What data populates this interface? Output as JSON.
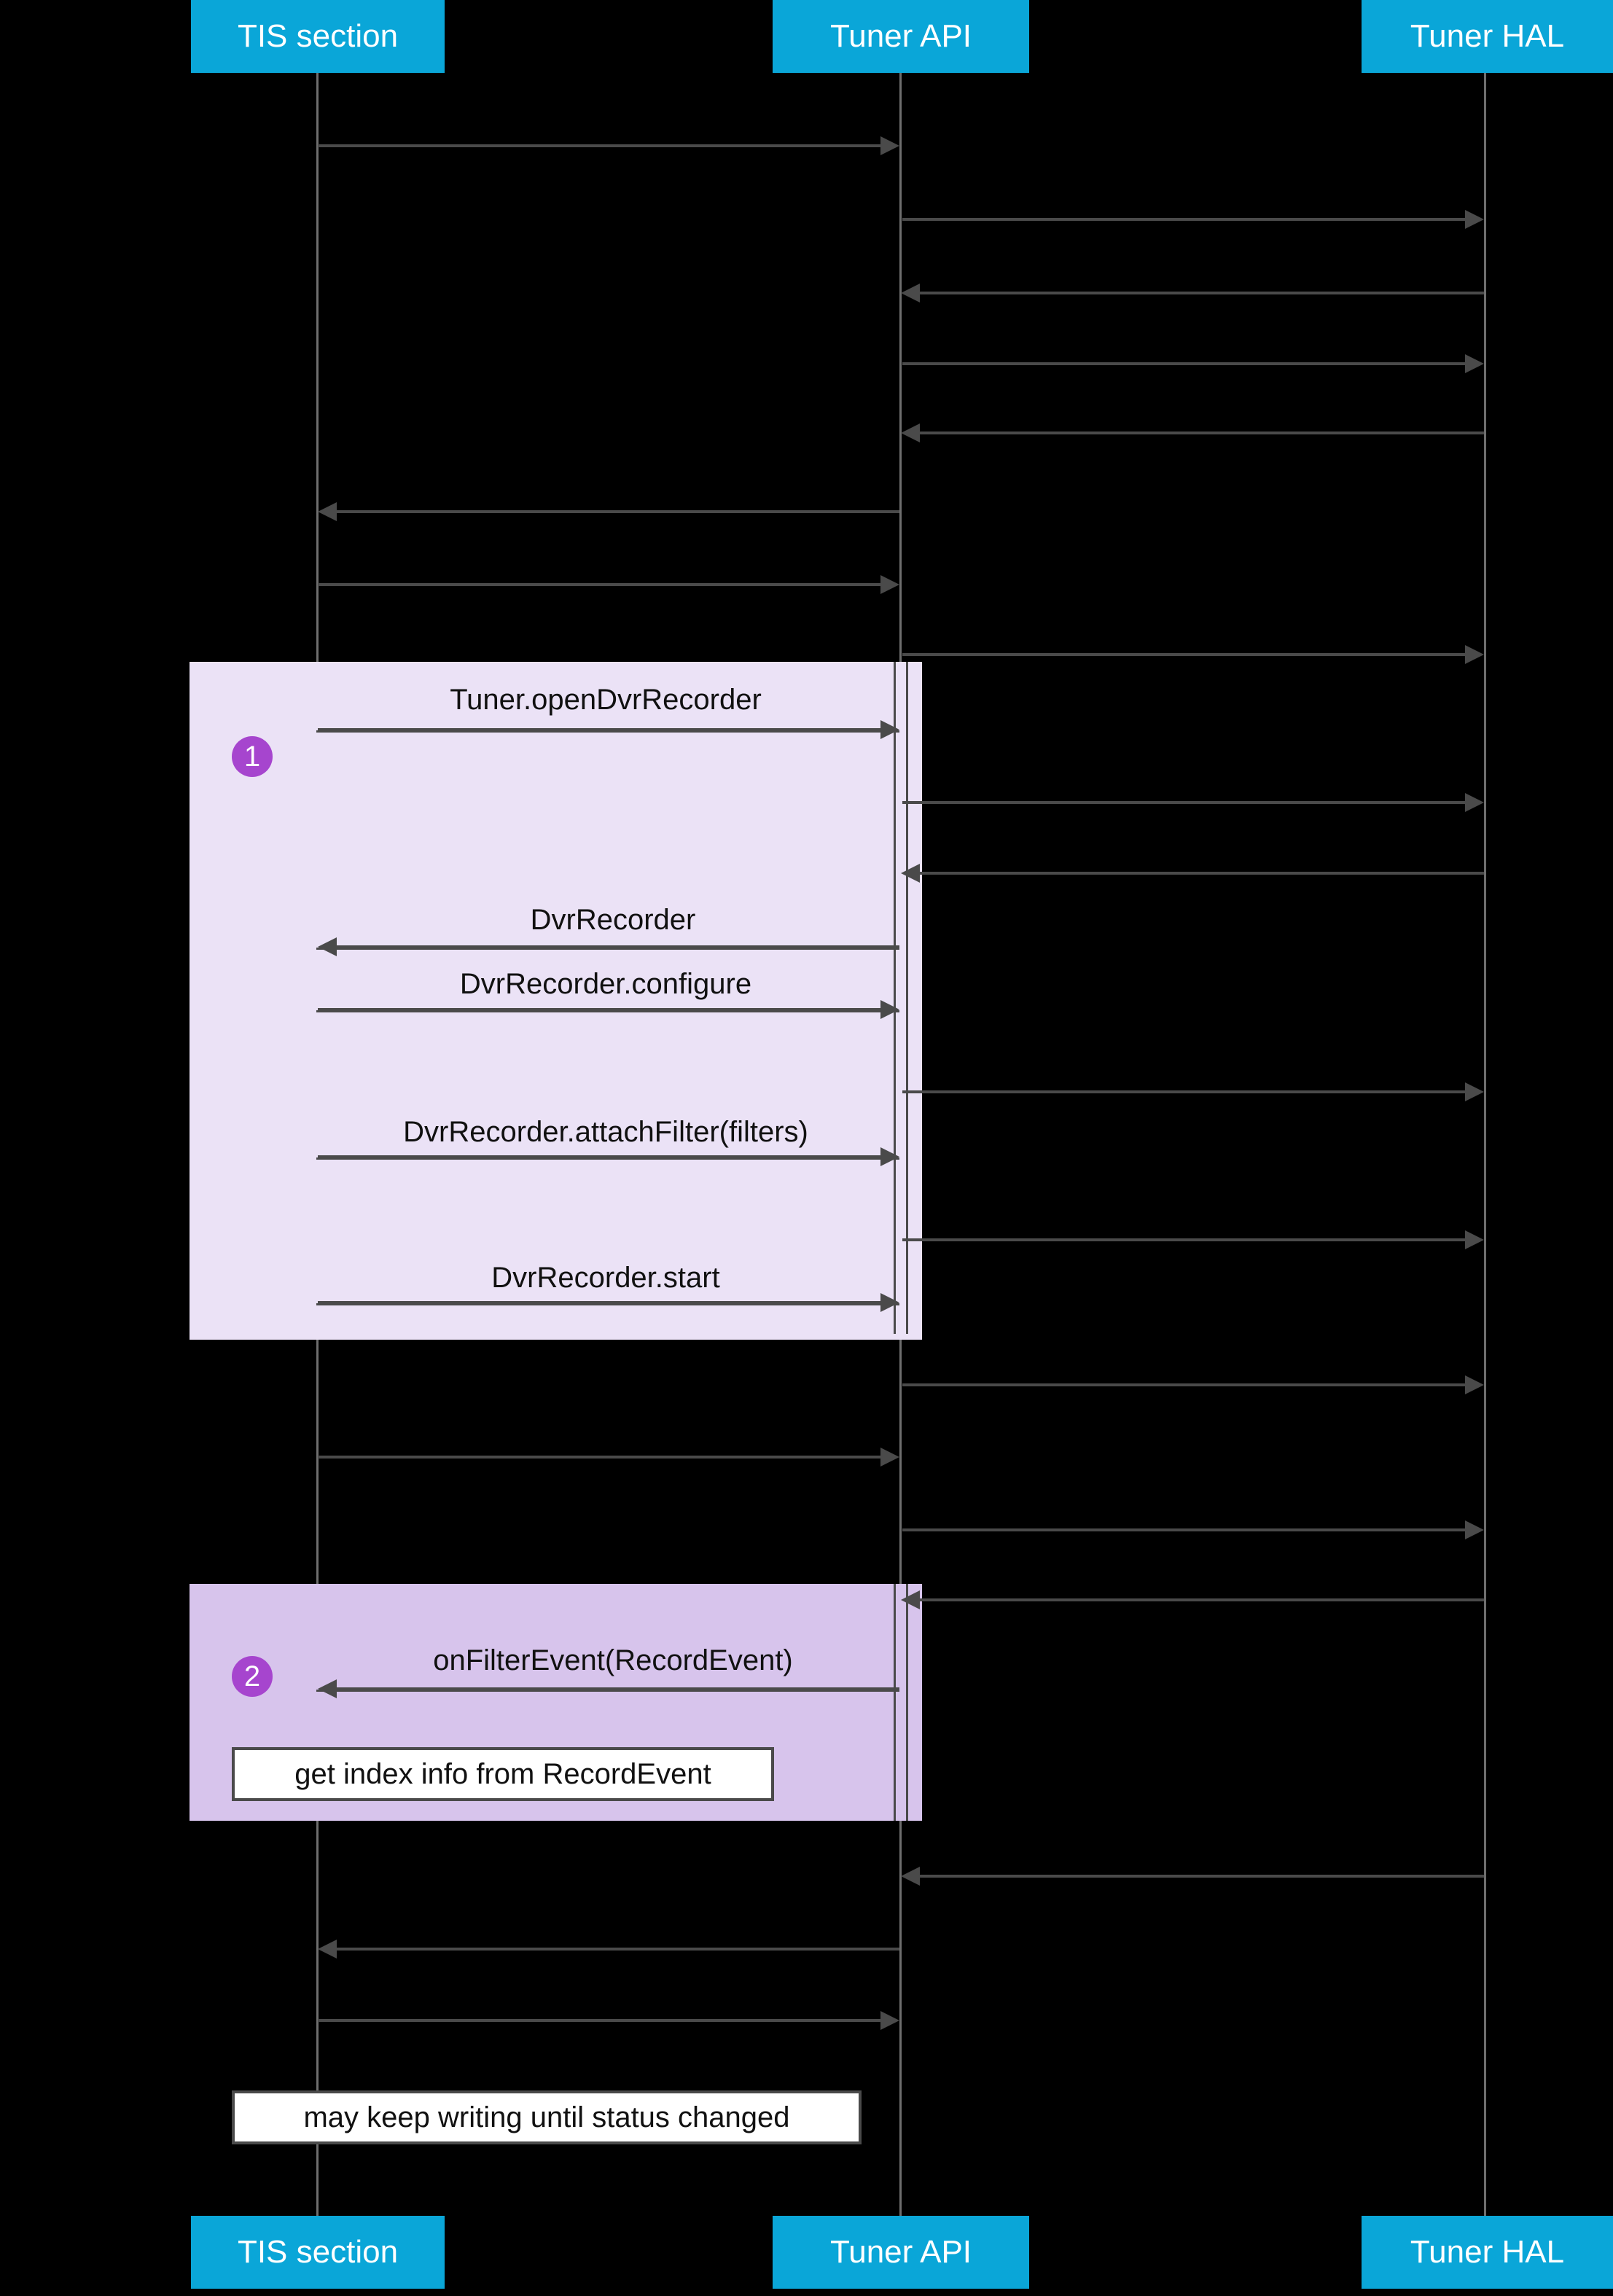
{
  "diagram": {
    "type": "sequence-diagram",
    "title": "",
    "background_color": "#000000",
    "participant_color": "#0AA6D8",
    "group1_color": "#EBE2F6",
    "group2_color": "#D7C4EC",
    "badge_color": "#A645CE",
    "line_color": "#4A4A4A"
  },
  "participants": [
    {
      "id": "tis",
      "label": "TIS section"
    },
    {
      "id": "api",
      "label": "Tuner API"
    },
    {
      "id": "hal",
      "label": "Tuner HAL"
    }
  ],
  "participants_footer": [
    {
      "id": "tis",
      "label": "TIS section"
    },
    {
      "id": "api",
      "label": "Tuner API"
    },
    {
      "id": "hal",
      "label": "Tuner HAL"
    }
  ],
  "groups": [
    {
      "number": "1",
      "label": ""
    },
    {
      "number": "2",
      "label": ""
    }
  ],
  "messages": [
    {
      "index": 1,
      "from": "tis",
      "to": "api",
      "label": "",
      "direction": "right"
    },
    {
      "index": 2,
      "from": "api",
      "to": "hal",
      "label": "",
      "direction": "right"
    },
    {
      "index": 3,
      "from": "hal",
      "to": "api",
      "label": "",
      "direction": "left"
    },
    {
      "index": 4,
      "from": "api",
      "to": "hal",
      "label": "",
      "direction": "right"
    },
    {
      "index": 5,
      "from": "hal",
      "to": "api",
      "label": "",
      "direction": "left"
    },
    {
      "index": 6,
      "from": "api",
      "to": "tis",
      "label": "",
      "direction": "left"
    },
    {
      "index": 7,
      "from": "tis",
      "to": "api",
      "label": "",
      "direction": "right"
    },
    {
      "index": 8,
      "from": "api",
      "to": "hal",
      "label": "",
      "direction": "right"
    },
    {
      "index": 9,
      "from": "tis",
      "to": "api",
      "label": "Tuner.openDvrRecorder",
      "direction": "right"
    },
    {
      "index": 10,
      "from": "api",
      "to": "hal",
      "label": "",
      "direction": "right"
    },
    {
      "index": 11,
      "from": "hal",
      "to": "api",
      "label": "",
      "direction": "left"
    },
    {
      "index": 12,
      "from": "api",
      "to": "tis",
      "label": "DvrRecorder",
      "direction": "left"
    },
    {
      "index": 13,
      "from": "tis",
      "to": "api",
      "label": "DvrRecorder.configure",
      "direction": "right"
    },
    {
      "index": 14,
      "from": "api",
      "to": "hal",
      "label": "",
      "direction": "right"
    },
    {
      "index": 15,
      "from": "tis",
      "to": "api",
      "label": "DvrRecorder.attachFilter(filters)",
      "direction": "right"
    },
    {
      "index": 16,
      "from": "api",
      "to": "hal",
      "label": "",
      "direction": "right"
    },
    {
      "index": 17,
      "from": "tis",
      "to": "api",
      "label": "DvrRecorder.start",
      "direction": "right"
    },
    {
      "index": 18,
      "from": "api",
      "to": "hal",
      "label": "",
      "direction": "right"
    },
    {
      "index": 19,
      "from": "tis",
      "to": "api",
      "label": "",
      "direction": "right"
    },
    {
      "index": 20,
      "from": "api",
      "to": "hal",
      "label": "",
      "direction": "right"
    },
    {
      "index": 21,
      "from": "hal",
      "to": "api",
      "label": "",
      "direction": "left"
    },
    {
      "index": 22,
      "from": "api",
      "to": "tis",
      "label": "onFilterEvent(RecordEvent)",
      "direction": "left"
    },
    {
      "index": 23,
      "from": "hal",
      "to": "api",
      "label": "",
      "direction": "left"
    },
    {
      "index": 24,
      "from": "api",
      "to": "tis",
      "label": "",
      "direction": "left"
    },
    {
      "index": 25,
      "from": "tis",
      "to": "api",
      "label": "",
      "direction": "right"
    }
  ],
  "notes": [
    {
      "id": "index-note",
      "text": "get index info from RecordEvent"
    },
    {
      "id": "status-note",
      "text": "may keep writing until status changed"
    }
  ]
}
